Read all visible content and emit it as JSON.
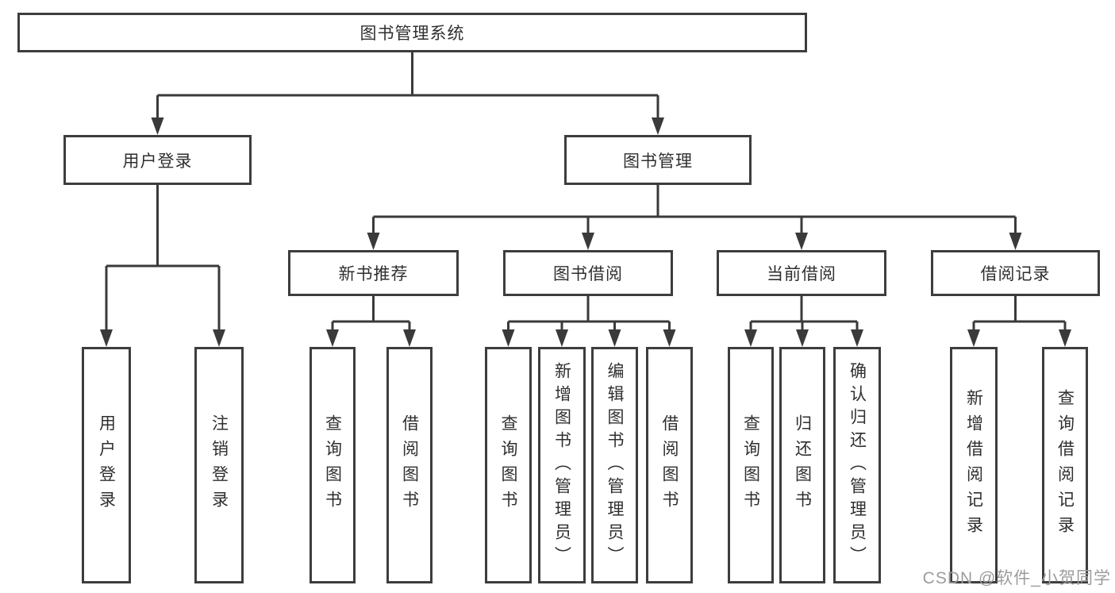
{
  "colors": {
    "background": "#ffffff",
    "line": "#3a3a3a",
    "node_border": "#3d3d3d",
    "node_fill": "#ffffff",
    "text": "#2f2f2f",
    "watermark": "#9c9c9c"
  },
  "nodes": {
    "root": {
      "label": "图书管理系统"
    },
    "login": {
      "label": "用户登录"
    },
    "mgmt": {
      "label": "图书管理"
    },
    "newbook": {
      "label": "新书推荐"
    },
    "borrow": {
      "label": "图书借阅"
    },
    "current": {
      "label": "当前借阅"
    },
    "records": {
      "label": "借阅记录"
    },
    "login_user": {
      "label": "用户登录"
    },
    "login_logout": {
      "label": "注销登录"
    },
    "newbook_query": {
      "label": "查询图书"
    },
    "newbook_borrow": {
      "label": "借阅图书"
    },
    "borrow_query": {
      "label": "查询图书"
    },
    "borrow_add": {
      "label": "新增图书（管理员）"
    },
    "borrow_edit": {
      "label": "编辑图书（管理员）"
    },
    "borrow_lend": {
      "label": "借阅图书"
    },
    "current_query": {
      "label": "查询图书"
    },
    "current_return": {
      "label": "归还图书"
    },
    "current_confirm": {
      "label": "确认归还（管理员）"
    },
    "records_add": {
      "label": "新增借阅记录"
    },
    "records_query": {
      "label": "查询借阅记录"
    }
  },
  "hierarchy": {
    "图书管理系统": {
      "用户登录": [
        "用户登录",
        "注销登录"
      ],
      "图书管理": {
        "新书推荐": [
          "查询图书",
          "借阅图书"
        ],
        "图书借阅": [
          "查询图书",
          "新增图书（管理员）",
          "编辑图书（管理员）",
          "借阅图书"
        ],
        "当前借阅": [
          "查询图书",
          "归还图书",
          "确认归还（管理员）"
        ],
        "借阅记录": [
          "新增借阅记录",
          "查询借阅记录"
        ]
      }
    }
  },
  "watermark": {
    "text": "CSDN @软件_小贺同学"
  }
}
